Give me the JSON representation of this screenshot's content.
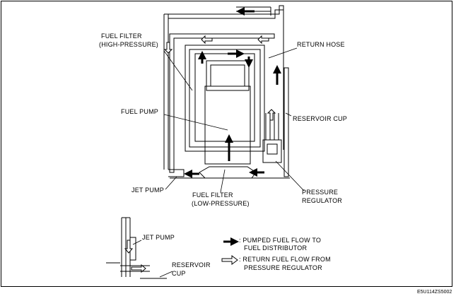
{
  "labels": {
    "fuel_filter_high_1": "FUEL FILTER",
    "fuel_filter_high_2": "(HIGH-PRESSURE)",
    "return_hose": "RETURN HOSE",
    "fuel_pump": "FUEL PUMP",
    "reservoir_cup": "RESERVOIR CUP",
    "jet_pump": "JET PUMP",
    "fuel_filter_low_1": "FUEL FILTER",
    "fuel_filter_low_2": "(LOW-PRESSURE)",
    "pressure_regulator_1": "PRESSURE",
    "pressure_regulator_2": "REGULATOR"
  },
  "detail": {
    "jet_pump": "JET PUMP",
    "reservoir_1": "RESERVOIR",
    "reservoir_2": "CUP"
  },
  "legend": {
    "pumped_1": ": PUMPED FUEL FLOW TO",
    "pumped_2": "FUEL DISTRIBUTOR",
    "return_1": ": RETURN FUEL FLOW FROM",
    "return_2": "PRESSURE REGULATOR"
  },
  "figure_code": "E5U114ZS5002",
  "colors": {
    "line": "#000000",
    "background": "#ffffff"
  }
}
